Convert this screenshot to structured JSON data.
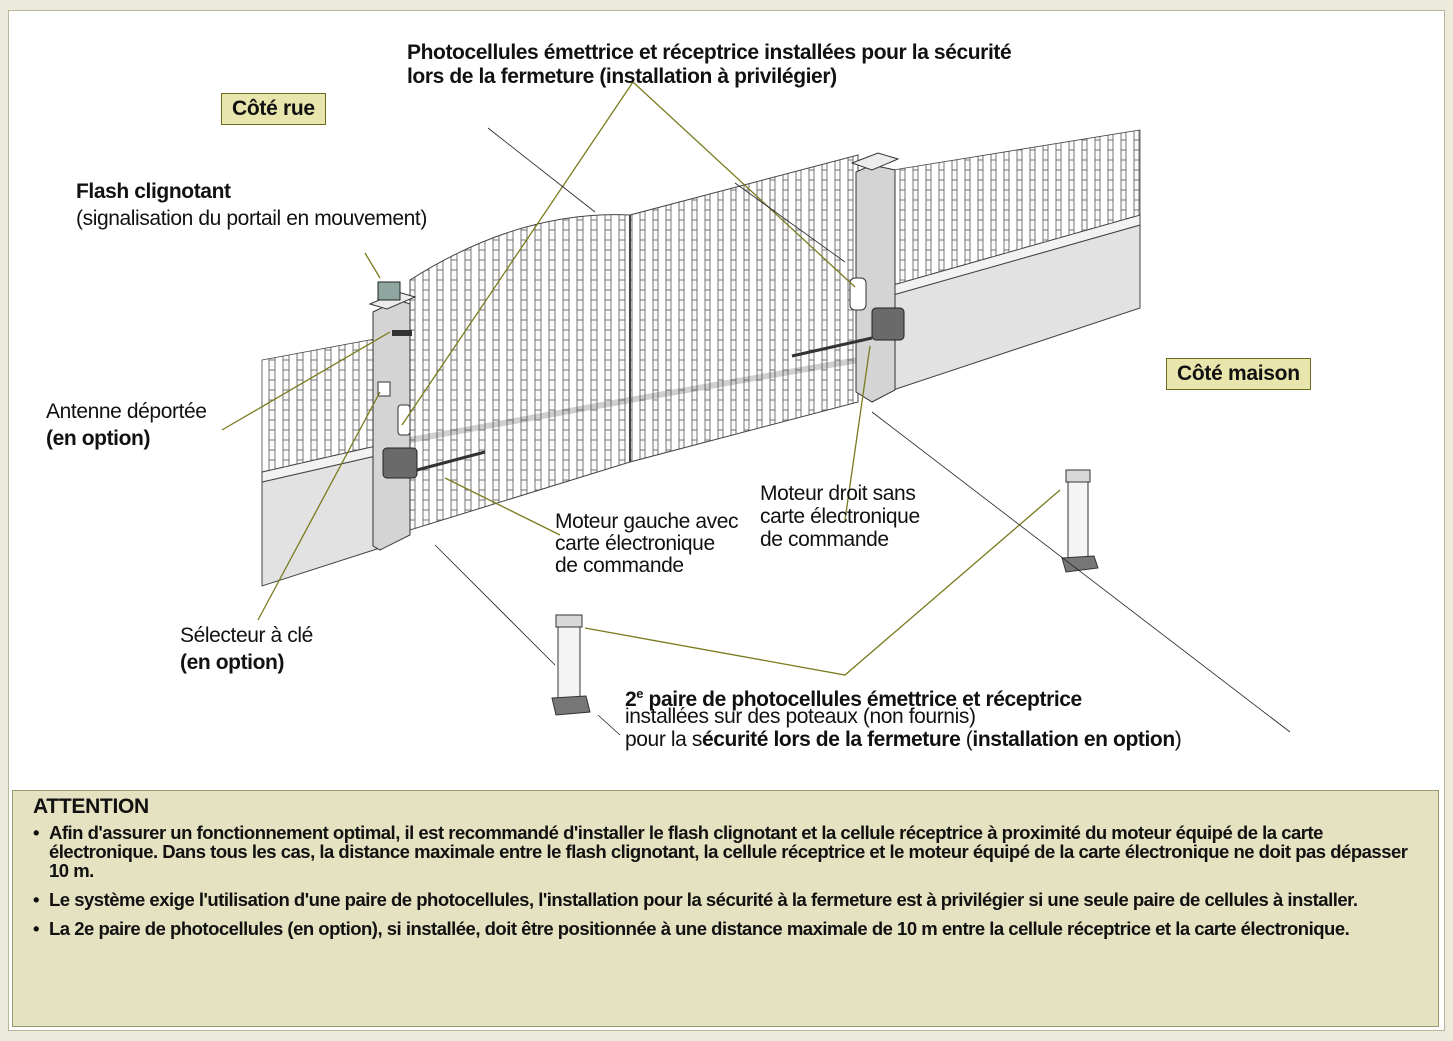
{
  "labels": {
    "photocells_line1": "Photocellules émettrice et réceptrice installées pour la sécurité",
    "photocells_line2": "lors de la fermeture (installation à privilégier)",
    "cote_rue": "Côté rue",
    "cote_maison": "Côté maison",
    "flash_title": "Flash clignotant",
    "flash_sub": "(signalisation du portail en mouvement)",
    "antenne_line1": "Antenne déportée",
    "antenne_line2": "(en option)",
    "moteur_gauche_line1": "Moteur gauche avec",
    "moteur_gauche_line2": "carte électronique",
    "moteur_gauche_line3": "de commande",
    "moteur_droit_line1": "Moteur droit sans",
    "moteur_droit_line2": "carte électronique",
    "moteur_droit_line3": "de commande",
    "selecteur_line1": "Sélecteur à clé",
    "selecteur_line2": "(en option)",
    "paire2_num": "2",
    "paire2_sup": "e",
    "paire2_title": " paire de photocellules émettrice et réceptrice",
    "paire2_line2": "installées sur des poteaux (non fournis)",
    "paire2_line3_a": "pour la s",
    "paire2_line3_b": "écurité lors de la fermeture",
    "paire2_line3_c": " (",
    "paire2_line3_d": "installation en option",
    "paire2_line3_e": ")"
  },
  "attention": {
    "title": "ATTENTION",
    "items": [
      "Afin d'assurer un fonctionnement optimal, il est recommandé d'installer le flash clignotant et la cellule réceptrice à proximité du moteur équipé de la carte électronique. Dans tous les cas, la distance maximale entre le flash clignotant, la cellule réceptrice et le moteur équipé de la carte électronique ne doit pas dépasser 10 m.",
      "Le système exige l'utilisation d'une paire de photocellules, l'installation pour la sécurité à la fermeture est à privilégier si une seule paire de cellules à installer.",
      "La 2e paire de photocellules (en option), si installée, doit être positionnée à une distance maximale de 10 m entre la cellule réceptrice et la carte électronique."
    ]
  },
  "colors": {
    "background": "#ecebdb",
    "tag_fill": "#e8e6ac",
    "attention_fill": "#e5e2c2",
    "leader_line": "#7a7a1e"
  }
}
